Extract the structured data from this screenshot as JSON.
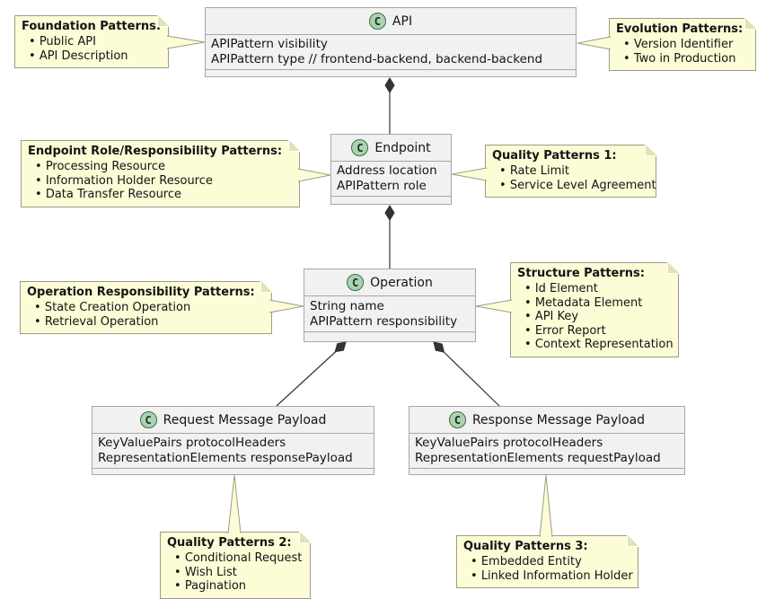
{
  "diagram": {
    "class_icon_letter": "C",
    "classes": {
      "api": {
        "name": "API",
        "attributes": [
          "APIPattern visibility",
          "APIPattern type // frontend-backend, backend-backend"
        ]
      },
      "endpoint": {
        "name": "Endpoint",
        "attributes": [
          "Address location",
          "APIPattern role"
        ]
      },
      "operation": {
        "name": "Operation",
        "attributes": [
          "String name",
          "APIPattern responsibility"
        ]
      },
      "request_payload": {
        "name": "Request Message Payload",
        "attributes": [
          "KeyValuePairs protocolHeaders",
          "RepresentationElements responsePayload"
        ]
      },
      "response_payload": {
        "name": "Response Message Payload",
        "attributes": [
          "KeyValuePairs protocolHeaders",
          "RepresentationElements requestPayload"
        ]
      }
    },
    "notes": {
      "foundation": {
        "title": "Foundation Patterns:",
        "items": [
          "Public API",
          "API Description"
        ]
      },
      "evolution": {
        "title": "Evolution Patterns:",
        "items": [
          "Version Identifier",
          "Two in Production"
        ]
      },
      "endpoint_role": {
        "title": "Endpoint Role/Responsibility Patterns:",
        "items": [
          "Processing Resource",
          "Information Holder Resource",
          "Data Transfer Resource"
        ]
      },
      "quality1": {
        "title": "Quality Patterns 1:",
        "items": [
          "Rate Limit",
          "Service Level Agreement"
        ]
      },
      "operation_responsibility": {
        "title": "Operation Responsibility Patterns:",
        "items": [
          "State Creation Operation",
          "Retrieval Operation"
        ]
      },
      "structure": {
        "title": "Structure Patterns:",
        "items": [
          "Id Element",
          "Metadata Element",
          "API Key",
          "Error Report",
          "Context Representation"
        ]
      },
      "quality2": {
        "title": "Quality Patterns 2:",
        "items": [
          "Conditional Request",
          "Wish List",
          "Pagination"
        ]
      },
      "quality3": {
        "title": "Quality Patterns 3:",
        "items": [
          "Embedded Entity",
          "Linked Information Holder"
        ]
      }
    },
    "relations": [
      {
        "from": "API",
        "to": "Endpoint",
        "type": "composition"
      },
      {
        "from": "Endpoint",
        "to": "Operation",
        "type": "composition"
      },
      {
        "from": "Operation",
        "to": "Request Message Payload",
        "type": "composition"
      },
      {
        "from": "Operation",
        "to": "Response Message Payload",
        "type": "composition"
      }
    ],
    "colors": {
      "class_fill": "#F1F1F1",
      "class_border": "#A7A7A7",
      "note_fill": "#FCFCD7",
      "note_border": "#9C9C84",
      "note_fold": "#E2E2B4",
      "line_color": "#333330",
      "circle_fill": "#ADD1B2",
      "circle_border": "#3A6F41",
      "text_color": "#141414"
    }
  }
}
